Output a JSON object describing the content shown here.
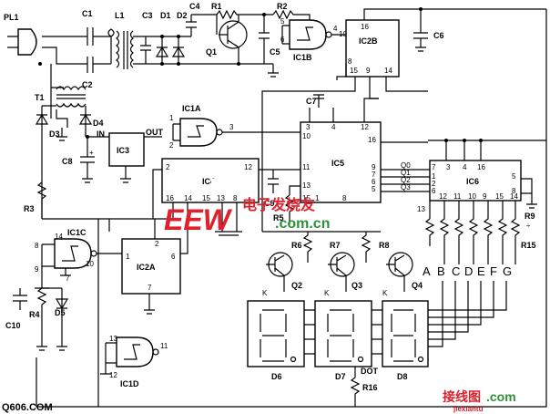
{
  "components": {
    "pl1": "PL1",
    "c1": "C1",
    "c2": "C2",
    "l1": "L1",
    "c3": "C3",
    "d1": "D1",
    "d2": "D2",
    "c4": "C4",
    "r1": "R1",
    "q1": "Q1",
    "c5": "C5",
    "r2": "R2",
    "ic1b": "IC1B",
    "ic2b": "IC2B",
    "c6": "C6",
    "t1": "T1",
    "d3": "D3",
    "d4": "D4",
    "in": "IN",
    "ic3": "IC3",
    "out": "OUT",
    "c8": "C8",
    "ic1a": "IC1A",
    "c7": "C7",
    "ic5": "IC5",
    "ic6": "IC6",
    "ic4": "IC4",
    "c9": "C9",
    "r5": "R5",
    "r3": "R3",
    "ic1c": "IC1C",
    "ic2a": "IC2A",
    "r6": "R6",
    "r7": "R7",
    "r8": "R8",
    "q2": "Q2",
    "q3": "Q3",
    "q4": "Q4",
    "r4": "R4",
    "d5": "D5",
    "c10": "C10",
    "d6": "D6",
    "d7": "D7",
    "d8": "D8",
    "dot": "DOT",
    "r16": "R16",
    "ic1d": "IC1D",
    "r9": "R9",
    "r15": "R15",
    "k": "K"
  },
  "segment_labels": [
    "A",
    "B",
    "C",
    "D",
    "E",
    "F",
    "G"
  ],
  "ic6_outputs": [
    "Q0",
    "Q1",
    "Q2",
    "Q3"
  ],
  "watermarks": {
    "bottom_left": "Q606.COM",
    "center_brand": "EEW",
    "center_text": "电子发烧友",
    "center_url": ".com.cn",
    "bottom_right_text": "接线图",
    "bottom_right_url": ".com",
    "bottom_right_sub": "jiexiantu"
  },
  "colors": {
    "wire": "#000000",
    "watermark": "#e0202c",
    "brand_green": "#2f8f3a"
  }
}
